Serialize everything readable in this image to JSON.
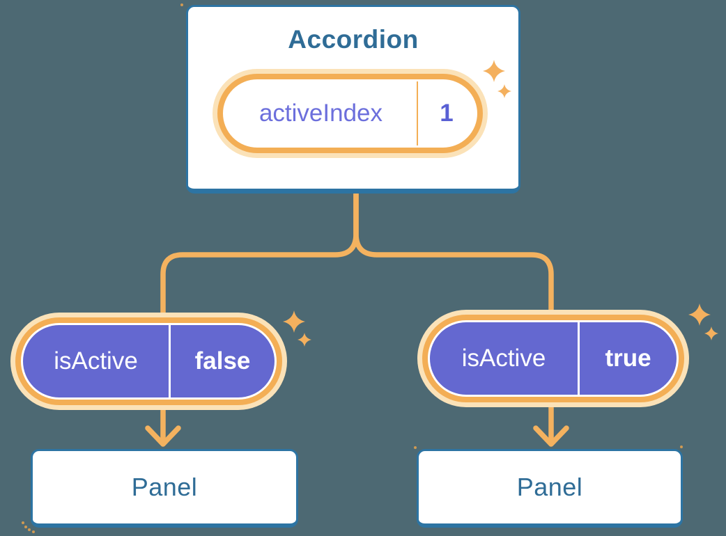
{
  "background_color": "#4D6973",
  "colors": {
    "card_border_blue": "#2D74A3",
    "heading_blue": "#2F6C96",
    "connector_orange": "#F4B25F",
    "pill_ring_orange": "#F3AE55",
    "pill_glow_cream": "#FBE2B8",
    "pill_fill_purple": "#6468D0",
    "state_label_purple": "#6C6FDC",
    "state_value_purple": "#5960D4",
    "card_fill": "#FFFFFF"
  },
  "tree": {
    "root": {
      "title": "Accordion",
      "state_pill": {
        "label": "activeIndex",
        "value": "1"
      }
    },
    "children": [
      {
        "prop_pill": {
          "label": "isActive",
          "value": "false"
        },
        "panel": {
          "title": "Panel"
        }
      },
      {
        "prop_pill": {
          "label": "isActive",
          "value": "true"
        },
        "panel": {
          "title": "Panel"
        }
      }
    ]
  },
  "icons": {
    "sparkle": "four-point-star-sparkle",
    "arrow": "orange-down-arrow"
  }
}
